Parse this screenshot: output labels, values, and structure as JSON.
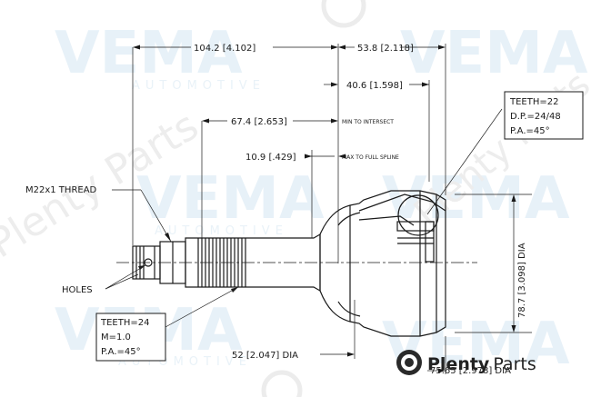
{
  "watermark": {
    "brand": "VEMA",
    "brand_sub": "AUTOMOTIVE",
    "diagonal_text": "Plenty Parts"
  },
  "logo": {
    "text_bold": "Plenty",
    "text_light": "Parts"
  },
  "dimensions": {
    "overall_left": "104.2 [4.102]",
    "overall_right": "53.8 [2.118]",
    "to_center": "40.6 [1.598]",
    "intersect_value": "67.4 [2.653]",
    "intersect_note": "MIN TO INTERSECT",
    "spline_value": "10.9 [.429]",
    "spline_note": "MAX TO FULL SPLINE",
    "seal_dia": "52 [2.047] DIA",
    "bell_dia": "78.7 [3.098] DIA",
    "outer_dia": "75.65 [2.978] DIA"
  },
  "callouts": {
    "thread": "M22x1 THREAD",
    "holes": "HOLES"
  },
  "spec_inner": {
    "teeth": "TEETH=22",
    "dp": "D.P.=24/48",
    "pa": "P.A.=45°"
  },
  "spec_outer": {
    "teeth": "TEETH=24",
    "module": "M=1.0",
    "pa": "P.A.=45°"
  }
}
